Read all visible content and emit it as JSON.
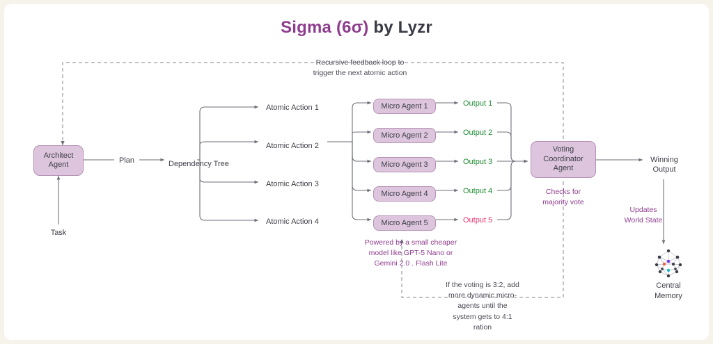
{
  "page": {
    "background": "#f6f3ea",
    "card_background": "#ffffff"
  },
  "title": {
    "accent_text": "Sigma (6σ)",
    "plain_text": " by Lyzr",
    "accent_color": "#8e3d8e",
    "plain_color": "#3a3a44"
  },
  "colors": {
    "node_fill": "#ddc6dd",
    "node_border": "#b491b4",
    "text": "#3c3c46",
    "purple_note": "#8e3d8e",
    "output_pass": "#1e8c33",
    "output_fail": "#e8336d",
    "wire": "#7b7b86"
  },
  "nodes": {
    "architect_agent": "Architect\nAgent",
    "voting_coordinator": "Voting\nCoordinator\nAgent"
  },
  "labels": {
    "task": "Task",
    "plan": "Plan",
    "dependency_tree": "Dependency Tree",
    "winning_output": "Winning\nOutput",
    "central_memory": "Central\nMemory"
  },
  "atomic_actions": [
    "Atomic Action 1",
    "Atomic Action 2",
    "Atomic Action 3",
    "Atomic Action 4"
  ],
  "micro_agents": [
    "Micro Agent 1",
    "Micro Agent 2",
    "Micro Agent 3",
    "Micro Agent 4",
    "Micro Agent 5"
  ],
  "outputs": [
    {
      "label": "Output 1",
      "status": "pass"
    },
    {
      "label": "Output 2",
      "status": "pass"
    },
    {
      "label": "Output 3",
      "status": "pass"
    },
    {
      "label": "Output 4",
      "status": "pass"
    },
    {
      "label": "Output 5",
      "status": "fail"
    }
  ],
  "annotations": {
    "feedback_loop": "Recursive feedback loop to\ntrigger the next atomic action",
    "model_note": "Powered by a small cheaper\nmodel like GPT-5 Nano or\nGemini 2.0 . Flash Lite",
    "voting_note": "Checks for\nmajority vote",
    "updates_note": "Updates\nWorld State",
    "scaling_note": "If the voting is 3:2, add\nmore dynamic micro-\nagents until the\nsystem gets to 4:1\nration"
  },
  "icons": {
    "central_memory": "network-sphere-icon"
  }
}
